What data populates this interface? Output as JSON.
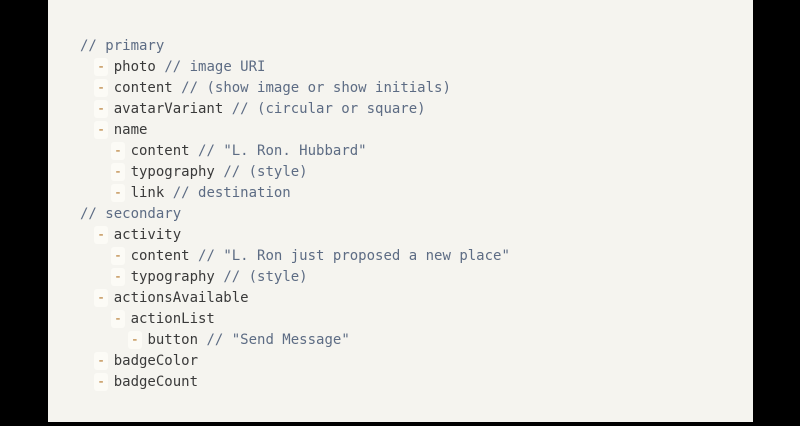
{
  "canvas": {
    "letterbox_color": "#000000",
    "page_background": "#f5f4ef"
  },
  "colors": {
    "property_text": "#3a3a3a",
    "comment_text": "#5d6c84",
    "bullet": "#b5792f",
    "bullet_highlight": "#fcfbf6"
  },
  "tree": {
    "lines": [
      {
        "level": 0,
        "bullet": "",
        "name": "",
        "comment": "// primary"
      },
      {
        "level": 1,
        "bullet": "-",
        "name": "photo",
        "comment": "// image URI"
      },
      {
        "level": 1,
        "bullet": "-",
        "name": "content",
        "comment": "// (show image or show initials)"
      },
      {
        "level": 1,
        "bullet": "-",
        "name": "avatarVariant",
        "comment": "// (circular or square)"
      },
      {
        "level": 1,
        "bullet": "-",
        "name": "name",
        "comment": ""
      },
      {
        "level": 2,
        "bullet": "-",
        "name": "content",
        "comment": "// \"L. Ron. Hubbard\""
      },
      {
        "level": 2,
        "bullet": "-",
        "name": "typography",
        "comment": "// (style)"
      },
      {
        "level": 2,
        "bullet": "-",
        "name": "link",
        "comment": "// destination"
      },
      {
        "level": 0,
        "bullet": "",
        "name": "",
        "comment": "// secondary"
      },
      {
        "level": 1,
        "bullet": "-",
        "name": "activity",
        "comment": ""
      },
      {
        "level": 2,
        "bullet": "-",
        "name": "content",
        "comment": "// \"L. Ron just proposed a new place\""
      },
      {
        "level": 2,
        "bullet": "-",
        "name": "typography",
        "comment": "// (style)"
      },
      {
        "level": 1,
        "bullet": "-",
        "name": "actionsAvailable",
        "comment": ""
      },
      {
        "level": 2,
        "bullet": "-",
        "name": "actionList",
        "comment": ""
      },
      {
        "level": 3,
        "bullet": "-",
        "name": "button",
        "comment": "// \"Send Message\""
      },
      {
        "level": 1,
        "bullet": "-",
        "name": "badgeColor",
        "comment": ""
      },
      {
        "level": 1,
        "bullet": "-",
        "name": "badgeCount",
        "comment": ""
      }
    ]
  }
}
